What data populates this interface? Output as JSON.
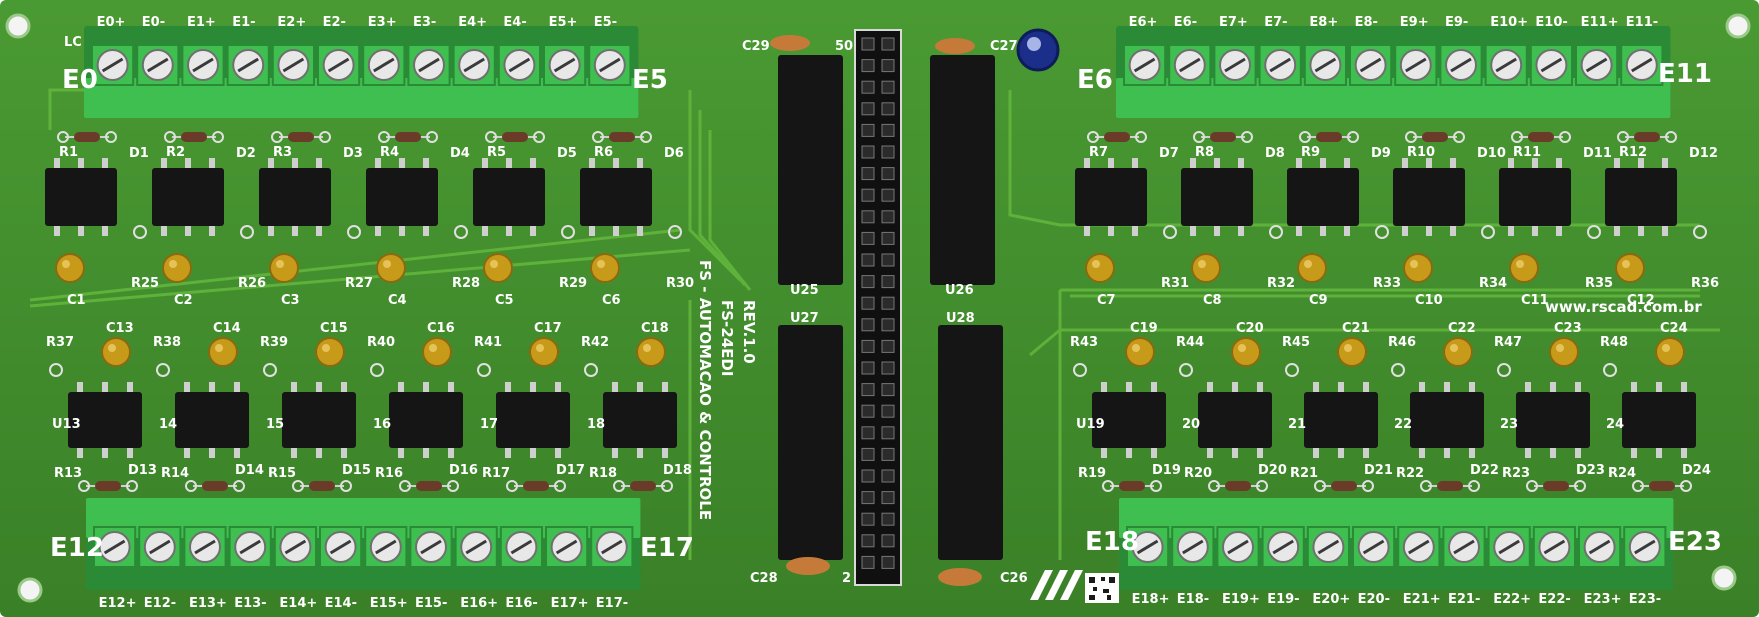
{
  "board": {
    "colors": {
      "pcb": "#3f8a2a",
      "pcb_dark": "#2f6e1e",
      "trace": "#5fb03a",
      "terminal": "#3fbf4f",
      "terminal_dark": "#2a8a36",
      "screw": "#e8e8e8",
      "chip": "#151515",
      "capacitor": "#c89a1a",
      "electrolytic": "#1b2f8a",
      "header": "#111111"
    },
    "silkscreen": {
      "left_top_edge": "LC",
      "left_top_mark": "E0",
      "right_top_mark": "E6",
      "left_bottom_mark": "E12",
      "left_bottom_end_mark": "E17",
      "right_bottom_mark": "E18",
      "right_bottom_end_mark": "E23",
      "right_top_end_mark": "E11",
      "left_top_end_mark": "E5",
      "website": "www.rscad.com.br",
      "vertical_line_1": "FS - AUTOMACAO & CONTROLE",
      "vertical_line_2": "FS-24EDI",
      "vertical_line_3": "REV.1.0",
      "chips": [
        "U25",
        "U26",
        "U27",
        "U28"
      ],
      "center_caps": [
        "C29",
        "C27",
        "C28",
        "C26"
      ],
      "header_pins": [
        "50",
        "2"
      ]
    },
    "terminals": {
      "top_left": [
        "E0+",
        "E0-",
        "E1+",
        "E1-",
        "E2+",
        "E2-",
        "E3+",
        "E3-",
        "E4+",
        "E4-",
        "E5+",
        "E5-"
      ],
      "top_right": [
        "E6+",
        "E6-",
        "E7+",
        "E7-",
        "E8+",
        "E8-",
        "E9+",
        "E9-",
        "E10+",
        "E10-",
        "E11+",
        "E11-"
      ],
      "bottom_left": [
        "E12+",
        "E12-",
        "E13+",
        "E13-",
        "E14+",
        "E14-",
        "E15+",
        "E15-",
        "E16+",
        "E16-",
        "E17+",
        "E17-"
      ],
      "bottom_right": [
        "E18+",
        "E18-",
        "E19+",
        "E19-",
        "E20+",
        "E20-",
        "E21+",
        "E21-",
        "E22+",
        "E22-",
        "E23+",
        "E23-"
      ]
    },
    "channels": {
      "top_left": [
        {
          "r": "R1",
          "d": "D1",
          "c": "C1",
          "rb": "R25"
        },
        {
          "r": "R2",
          "d": "D2",
          "c": "C2",
          "rb": "R26"
        },
        {
          "r": "R3",
          "d": "D3",
          "c": "C3",
          "rb": "R27"
        },
        {
          "r": "R4",
          "d": "D4",
          "c": "C4",
          "rb": "R28"
        },
        {
          "r": "R5",
          "d": "D5",
          "c": "C5",
          "rb": "R29"
        },
        {
          "r": "R6",
          "d": "D6",
          "c": "C6",
          "rb": "R30"
        }
      ],
      "top_right": [
        {
          "r": "R7",
          "d": "D7",
          "c": "C7",
          "rb": "R31"
        },
        {
          "r": "R8",
          "d": "D8",
          "c": "C8",
          "rb": "R32"
        },
        {
          "r": "R9",
          "d": "D9",
          "c": "C9",
          "rb": "R33"
        },
        {
          "r": "R10",
          "d": "D10",
          "c": "C10",
          "rb": "R34"
        },
        {
          "r": "R11",
          "d": "D11",
          "c": "C11",
          "rb": "R35"
        },
        {
          "r": "R12",
          "d": "D12",
          "c": "C12",
          "rb": "R36"
        }
      ],
      "bottom_left": [
        {
          "r": "R37",
          "c": "C13",
          "u": "U13",
          "rb": "R13",
          "d": "D13"
        },
        {
          "r": "R38",
          "c": "C14",
          "u": "14",
          "rb": "R14",
          "d": "D14"
        },
        {
          "r": "R39",
          "c": "C15",
          "u": "15",
          "rb": "R15",
          "d": "D15"
        },
        {
          "r": "R40",
          "c": "C16",
          "u": "16",
          "rb": "R16",
          "d": "D16"
        },
        {
          "r": "R41",
          "c": "C17",
          "u": "17",
          "rb": "R17",
          "d": "D17"
        },
        {
          "r": "R42",
          "c": "C18",
          "u": "18",
          "rb": "R18",
          "d": "D18"
        }
      ],
      "bottom_right": [
        {
          "r": "R43",
          "c": "C19",
          "u": "U19",
          "rb": "R19",
          "d": "D19"
        },
        {
          "r": "R44",
          "c": "C20",
          "u": "20",
          "rb": "R20",
          "d": "D20"
        },
        {
          "r": "R45",
          "c": "C21",
          "u": "21",
          "rb": "R21",
          "d": "D21"
        },
        {
          "r": "R46",
          "c": "C22",
          "u": "22",
          "rb": "R22",
          "d": "D22"
        },
        {
          "r": "R47",
          "c": "C23",
          "u": "23",
          "rb": "R23",
          "d": "D23"
        },
        {
          "r": "R48",
          "c": "C24",
          "u": "24",
          "rb": "R24",
          "d": "D24"
        }
      ]
    }
  }
}
